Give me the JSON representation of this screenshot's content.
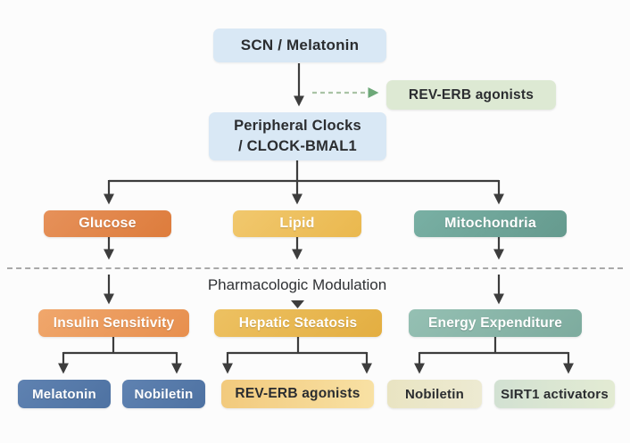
{
  "diagram": {
    "description": "Circadian regulation flow diagram",
    "nodes": {
      "scn": {
        "label": "SCN / Melatonin"
      },
      "rev_erb_top": {
        "label": "REV-ERB agonists"
      },
      "peripheral": {
        "line1": "Peripheral Clocks",
        "line2": "/ CLOCK-BMAL1"
      },
      "glucose": {
        "label": "Glucose"
      },
      "lipid": {
        "label": "Lipid"
      },
      "mitochondria": {
        "label": "Mitochondria"
      },
      "insulin": {
        "label": "Insulin Sensitivity"
      },
      "hepatic": {
        "label": "Hepatic Steatosis"
      },
      "energy": {
        "label": "Energy Expenditure"
      },
      "melatonin": {
        "label": "Melatonin"
      },
      "nobiletin_1": {
        "label": "Nobiletin"
      },
      "rev_erb_bottom": {
        "label": "REV-ERB agonists"
      },
      "nobiletin_2": {
        "label": "Nobiletin"
      },
      "sirt1": {
        "label": "SIRT1 activators"
      }
    },
    "divider": {
      "label": "Pharmacologic Modulation"
    },
    "edges": [
      "SCN / Melatonin -> Peripheral Clocks / CLOCK-BMAL1",
      "SCN / Melatonin -(dashed)-> REV-ERB agonists",
      "Peripheral Clocks -> Glucose",
      "Peripheral Clocks -> Lipid",
      "Peripheral Clocks -> Mitochondria",
      "Glucose -> Insulin Sensitivity",
      "Lipid -> Hepatic Steatosis",
      "Mitochondria -> Energy Expenditure",
      "Insulin Sensitivity -> Melatonin",
      "Insulin Sensitivity -> Nobiletin",
      "Hepatic Steatosis -> REV-ERB agonists",
      "Energy Expenditure -> Nobiletin",
      "Energy Expenditure -> SIRT1 activators"
    ],
    "colors": {
      "light_blue_box": "#d9e8f5",
      "light_green_box": "#dde9d3",
      "orange": "#dd7c3c",
      "gold": "#eab84e",
      "teal": "#679a8e",
      "salmon_orange": "#e78f4e",
      "amber": "#e3ae41",
      "light_teal": "#7dab9e",
      "steel_blue": "#4e72a2",
      "pale_gold": "#f5d28d",
      "cream": "#eae6c9",
      "pale_green": "#dbe6d2",
      "arrow": "#3d3d3d",
      "dashed_arrow_green": "#6da878",
      "divider_gray": "#a9a9a9",
      "background": "#fcfcfc"
    }
  }
}
